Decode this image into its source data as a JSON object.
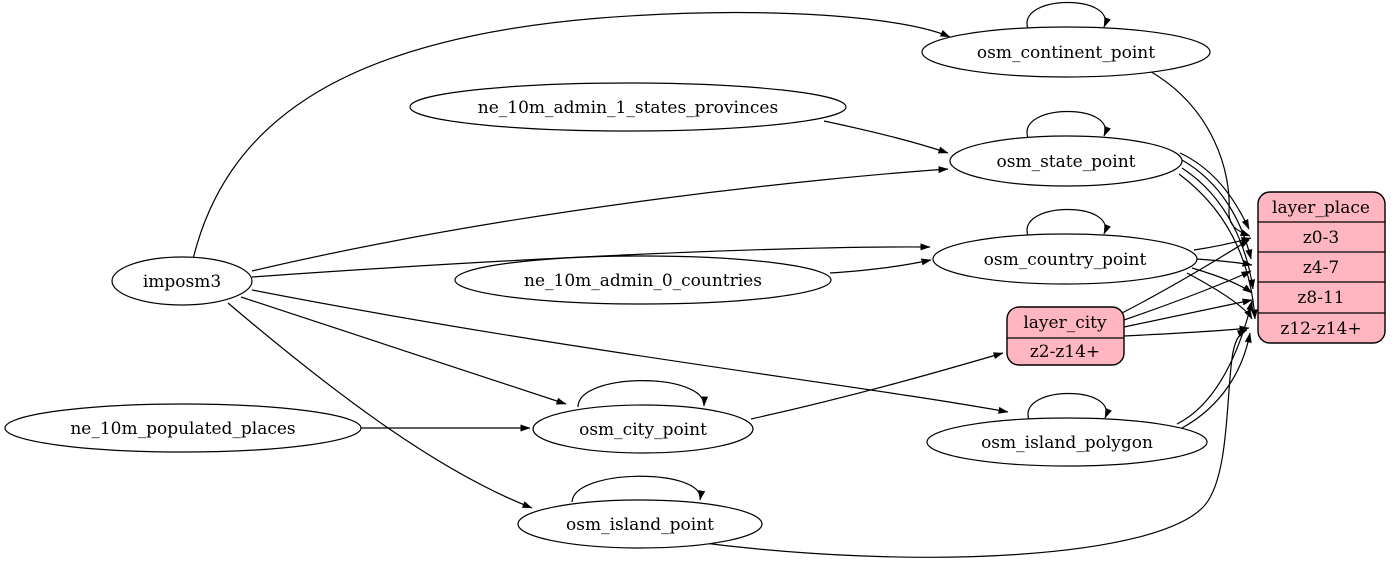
{
  "diagram": {
    "type": "etl-graph",
    "nodes": {
      "imposm3": {
        "label": "imposm3",
        "shape": "ellipse"
      },
      "ne_10m_admin_1_states_provinces": {
        "label": "ne_10m_admin_1_states_provinces",
        "shape": "ellipse"
      },
      "ne_10m_admin_0_countries": {
        "label": "ne_10m_admin_0_countries",
        "shape": "ellipse"
      },
      "ne_10m_populated_places": {
        "label": "ne_10m_populated_places",
        "shape": "ellipse"
      },
      "osm_continent_point": {
        "label": "osm_continent_point",
        "shape": "ellipse"
      },
      "osm_state_point": {
        "label": "osm_state_point",
        "shape": "ellipse"
      },
      "osm_country_point": {
        "label": "osm_country_point",
        "shape": "ellipse"
      },
      "osm_city_point": {
        "label": "osm_city_point",
        "shape": "ellipse"
      },
      "osm_island_polygon": {
        "label": "osm_island_polygon",
        "shape": "ellipse"
      },
      "osm_island_point": {
        "label": "osm_island_point",
        "shape": "ellipse"
      }
    },
    "records": {
      "layer_place": {
        "header": "layer_place",
        "rows": [
          "z0-3",
          "z4-7",
          "z8-11",
          "z12-z14+"
        ]
      },
      "layer_city": {
        "header": "layer_city",
        "rows": [
          "z2-z14+"
        ]
      }
    },
    "edges": [
      {
        "from": "imposm3",
        "to": "osm_continent_point"
      },
      {
        "from": "imposm3",
        "to": "osm_state_point"
      },
      {
        "from": "imposm3",
        "to": "osm_country_point"
      },
      {
        "from": "imposm3",
        "to": "osm_city_point"
      },
      {
        "from": "imposm3",
        "to": "osm_island_polygon"
      },
      {
        "from": "imposm3",
        "to": "osm_island_point"
      },
      {
        "from": "ne_10m_admin_1_states_provinces",
        "to": "osm_state_point"
      },
      {
        "from": "ne_10m_admin_0_countries",
        "to": "osm_country_point"
      },
      {
        "from": "ne_10m_populated_places",
        "to": "osm_city_point"
      },
      {
        "from": "osm_continent_point",
        "to": "osm_continent_point"
      },
      {
        "from": "osm_state_point",
        "to": "osm_state_point"
      },
      {
        "from": "osm_country_point",
        "to": "osm_country_point"
      },
      {
        "from": "osm_city_point",
        "to": "osm_city_point"
      },
      {
        "from": "osm_island_polygon",
        "to": "osm_island_polygon"
      },
      {
        "from": "osm_island_point",
        "to": "osm_island_point"
      },
      {
        "from": "osm_continent_point",
        "to": "layer_place:z0-3"
      },
      {
        "from": "osm_state_point",
        "to": "layer_place:z0-3"
      },
      {
        "from": "osm_state_point",
        "to": "layer_place:z4-7"
      },
      {
        "from": "osm_state_point",
        "to": "layer_place:z8-11"
      },
      {
        "from": "osm_state_point",
        "to": "layer_place:z12-z14+"
      },
      {
        "from": "osm_country_point",
        "to": "layer_place:z0-3"
      },
      {
        "from": "osm_country_point",
        "to": "layer_place:z4-7"
      },
      {
        "from": "osm_country_point",
        "to": "layer_place:z8-11"
      },
      {
        "from": "osm_country_point",
        "to": "layer_place:z12-z14+"
      },
      {
        "from": "osm_city_point",
        "to": "layer_city:z2-z14+"
      },
      {
        "from": "layer_city:z2-z14+",
        "to": "layer_place:z0-3"
      },
      {
        "from": "layer_city:z2-z14+",
        "to": "layer_place:z4-7"
      },
      {
        "from": "layer_city:z2-z14+",
        "to": "layer_place:z8-11"
      },
      {
        "from": "layer_city:z2-z14+",
        "to": "layer_place:z12-z14+"
      },
      {
        "from": "osm_island_polygon",
        "to": "layer_place:z8-11"
      },
      {
        "from": "osm_island_polygon",
        "to": "layer_place:z12-z14+"
      },
      {
        "from": "osm_island_point",
        "to": "layer_place:z12-z14+"
      }
    ]
  },
  "colors": {
    "record_fill": "#ffb6c1",
    "node_fill": "#ffffff",
    "stroke": "#000000",
    "background": "#ffffff"
  }
}
